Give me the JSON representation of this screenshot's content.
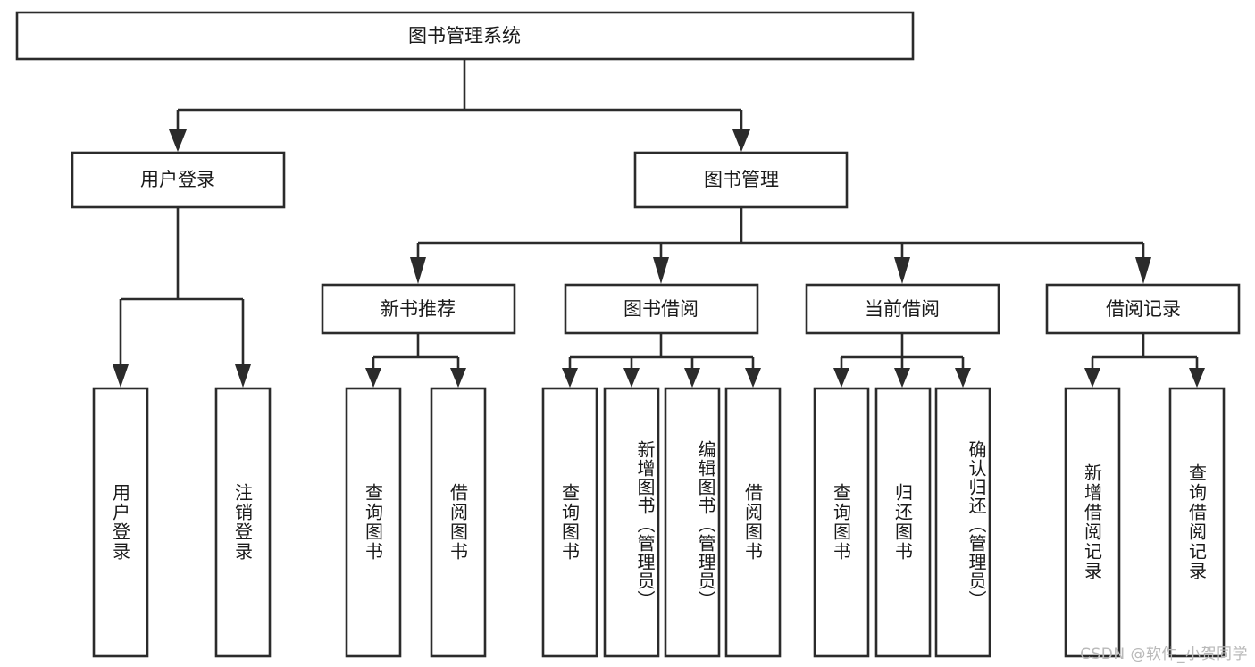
{
  "diagram": {
    "type": "tree",
    "title": "图书管理系统",
    "watermark": "CSDN @软件_小贺同学",
    "root": {
      "id": "root",
      "label": "图书管理系统"
    },
    "level1": [
      {
        "id": "user-login",
        "label": "用户登录"
      },
      {
        "id": "book-manage",
        "label": "图书管理"
      }
    ],
    "level2": [
      {
        "id": "new-book-recommend",
        "label": "新书推荐",
        "parent": "book-manage"
      },
      {
        "id": "book-borrow",
        "label": "图书借阅",
        "parent": "book-manage"
      },
      {
        "id": "current-borrow",
        "label": "当前借阅",
        "parent": "book-manage"
      },
      {
        "id": "borrow-record",
        "label": "借阅记录",
        "parent": "book-manage"
      }
    ],
    "leaves": [
      {
        "id": "leaf-user-login",
        "label": "用户登录",
        "parent": "user-login"
      },
      {
        "id": "leaf-logout",
        "label": "注销登录",
        "parent": "user-login"
      },
      {
        "id": "leaf-query-book-1",
        "label": "查询图书",
        "parent": "new-book-recommend"
      },
      {
        "id": "leaf-borrow-book-1",
        "label": "借阅图书",
        "parent": "new-book-recommend"
      },
      {
        "id": "leaf-query-book-2",
        "label": "查询图书",
        "parent": "book-borrow"
      },
      {
        "id": "leaf-add-book",
        "label": "新增图书（管理员）",
        "parent": "book-borrow"
      },
      {
        "id": "leaf-edit-book",
        "label": "编辑图书（管理员）",
        "parent": "book-borrow"
      },
      {
        "id": "leaf-borrow-book-2",
        "label": "借阅图书",
        "parent": "book-borrow"
      },
      {
        "id": "leaf-query-book-3",
        "label": "查询图书",
        "parent": "current-borrow"
      },
      {
        "id": "leaf-return-book",
        "label": "归还图书",
        "parent": "current-borrow"
      },
      {
        "id": "leaf-confirm-return",
        "label": "确认归还（管理员）",
        "parent": "current-borrow"
      },
      {
        "id": "leaf-add-record",
        "label": "新增借阅记录",
        "parent": "borrow-record"
      },
      {
        "id": "leaf-query-record",
        "label": "查询借阅记录",
        "parent": "borrow-record"
      }
    ],
    "colors": {
      "box_stroke": "#2b2b2b",
      "box_fill": "#ffffff",
      "text": "#1a1a1a",
      "background": "#ffffff",
      "watermark": "#b9b9b9"
    }
  }
}
